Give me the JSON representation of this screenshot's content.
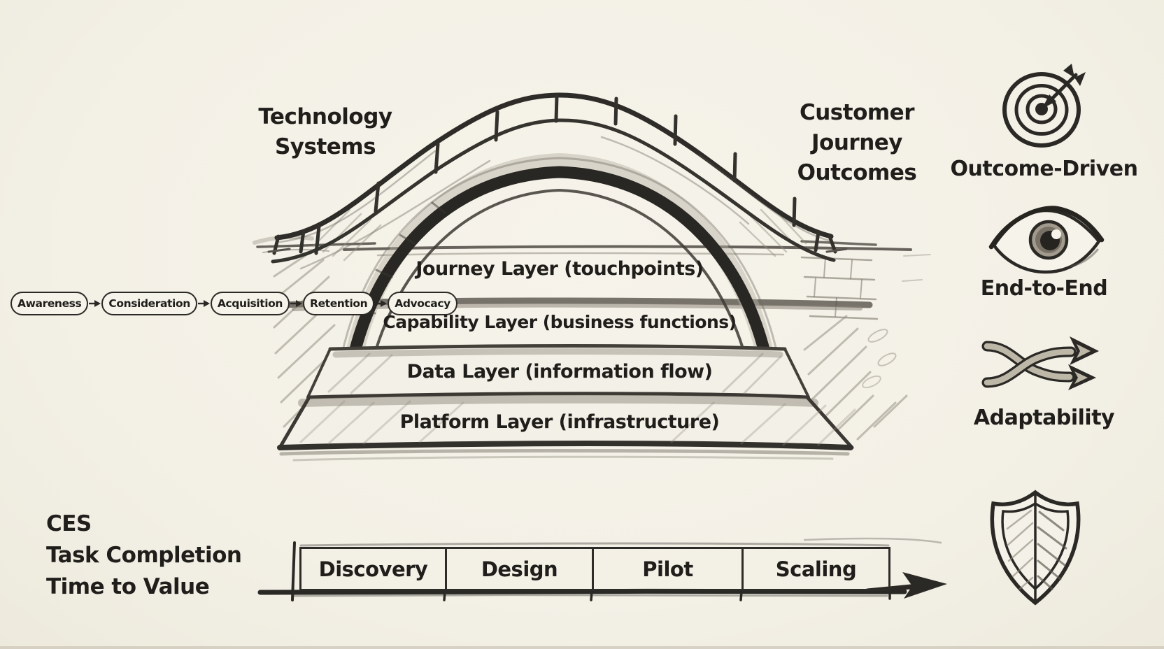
{
  "canvas": {
    "background": "#f4f1e8",
    "ink": "#2b2925",
    "pencil": "#8a8478"
  },
  "left_title": "Technology\nSystems",
  "right_title": "Customer\nJourney\nOutcomes",
  "chain": {
    "stages": [
      {
        "label": "Awareness"
      },
      {
        "label": "Consideration"
      },
      {
        "label": "Acquisition"
      },
      {
        "label": "Retention"
      },
      {
        "label": "Advocacy"
      }
    ]
  },
  "bridge": {
    "layers": [
      {
        "label": "Journey Layer (touchpoints)"
      },
      {
        "label": "Capability Layer (business functions)"
      },
      {
        "label": "Data Layer (information flow)"
      },
      {
        "label": "Platform Layer (infrastructure)"
      }
    ]
  },
  "metrics": {
    "items": [
      "CES",
      "Task Completion",
      "Time to Value"
    ]
  },
  "timeline": {
    "phases": [
      {
        "label": "Discovery"
      },
      {
        "label": "Design"
      },
      {
        "label": "Pilot"
      },
      {
        "label": "Scaling"
      }
    ]
  },
  "principles": [
    {
      "icon": "target-icon",
      "label": "Outcome-Driven"
    },
    {
      "icon": "eye-icon",
      "label": "End-to-End"
    },
    {
      "icon": "shuffle-arrows-icon",
      "label": "Adaptability"
    },
    {
      "icon": "shield-icon"
    }
  ]
}
